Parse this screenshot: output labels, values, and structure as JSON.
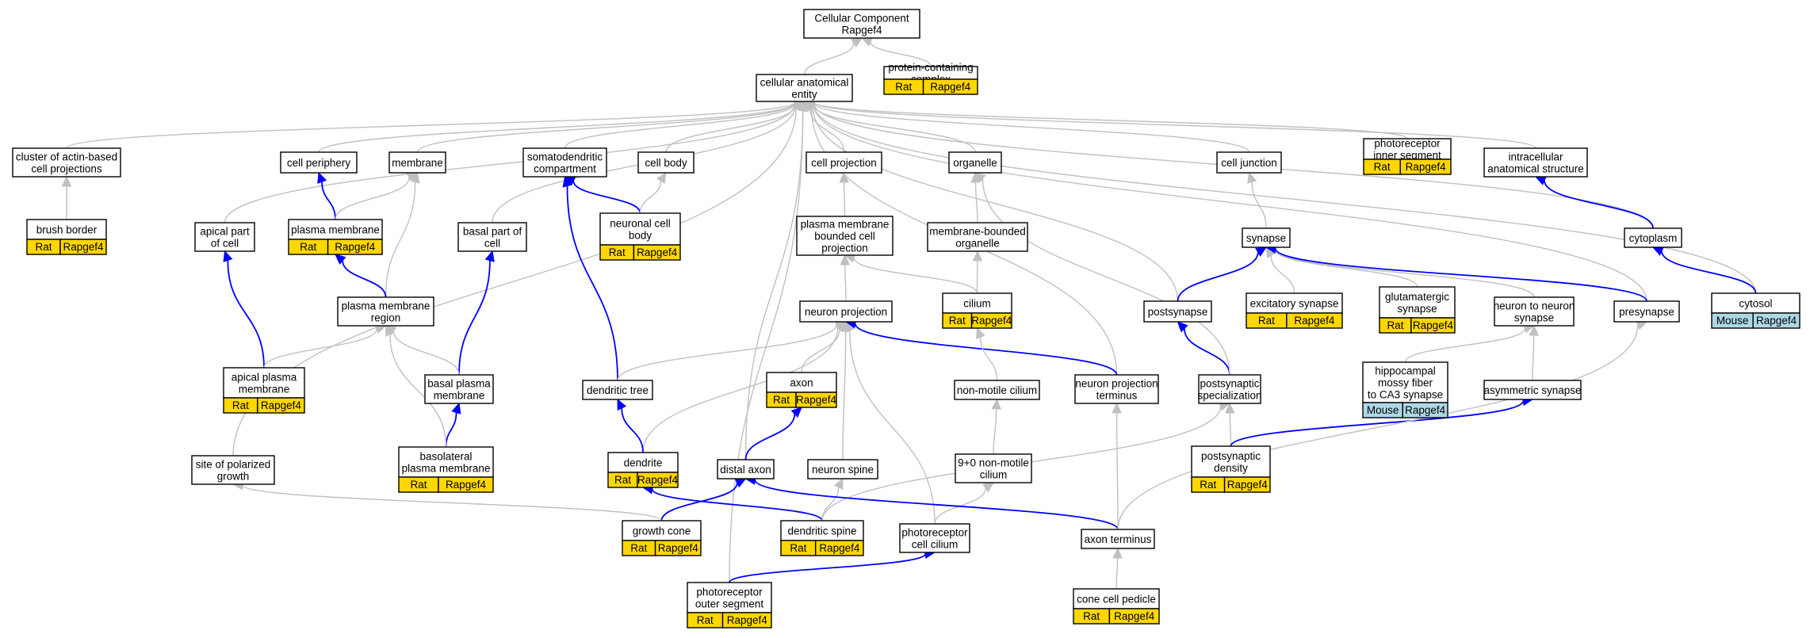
{
  "title": "Cellular Component Rapgef4",
  "colors": {
    "rat": "#ffd700",
    "mouse": "#add8e6",
    "gray_edge": "#c0c0c0",
    "blue_edge": "#0000ff"
  },
  "nodes": {
    "root": {
      "lines": [
        "Cellular Component",
        "Rapgef4"
      ],
      "ann": []
    },
    "cae": {
      "lines": [
        "cellular anatomical",
        "entity"
      ],
      "ann": []
    },
    "pcc": {
      "lines": [
        "protein-containing",
        "complex"
      ],
      "ann": [
        [
          "Rat",
          "Rapgef4"
        ]
      ]
    },
    "cluster": {
      "lines": [
        "cluster of actin-based",
        "cell projections"
      ],
      "ann": []
    },
    "periphery": {
      "lines": [
        "cell periphery"
      ],
      "ann": []
    },
    "membrane": {
      "lines": [
        "membrane"
      ],
      "ann": []
    },
    "somato": {
      "lines": [
        "somatodendritic",
        "compartment"
      ],
      "ann": []
    },
    "cellbody": {
      "lines": [
        "cell body"
      ],
      "ann": []
    },
    "cellproj": {
      "lines": [
        "cell projection"
      ],
      "ann": []
    },
    "organelle": {
      "lines": [
        "organelle"
      ],
      "ann": []
    },
    "junction": {
      "lines": [
        "cell junction"
      ],
      "ann": []
    },
    "photoinner": {
      "lines": [
        "photoreceptor",
        "inner segment"
      ],
      "ann": [
        [
          "Rat",
          "Rapgef4"
        ]
      ]
    },
    "intracell": {
      "lines": [
        "intracellular",
        "anatomical structure"
      ],
      "ann": []
    },
    "brush": {
      "lines": [
        "brush border"
      ],
      "ann": [
        [
          "Rat",
          "Rapgef4"
        ]
      ]
    },
    "apical": {
      "lines": [
        "apical part",
        "of cell"
      ],
      "ann": []
    },
    "pm": {
      "lines": [
        "plasma membrane"
      ],
      "ann": [
        [
          "Rat",
          "Rapgef4"
        ]
      ]
    },
    "basal": {
      "lines": [
        "basal part of",
        "cell"
      ],
      "ann": []
    },
    "ncb": {
      "lines": [
        "neuronal cell",
        "body"
      ],
      "ann": [
        [
          "Rat",
          "Rapgef4"
        ]
      ]
    },
    "pmbcp": {
      "lines": [
        "plasma membrane",
        "bounded cell",
        "projection"
      ],
      "ann": []
    },
    "mbo": {
      "lines": [
        "membrane-bounded",
        "organelle"
      ],
      "ann": []
    },
    "synapse": {
      "lines": [
        "synapse"
      ],
      "ann": []
    },
    "cytoplasm": {
      "lines": [
        "cytoplasm"
      ],
      "ann": []
    },
    "pmr": {
      "lines": [
        "plasma membrane",
        "region"
      ],
      "ann": []
    },
    "nproj": {
      "lines": [
        "neuron projection"
      ],
      "ann": []
    },
    "cilium": {
      "lines": [
        "cilium"
      ],
      "ann": [
        [
          "Rat",
          "Rapgef4"
        ]
      ]
    },
    "postsyn": {
      "lines": [
        "postsynapse"
      ],
      "ann": []
    },
    "excit": {
      "lines": [
        "excitatory synapse"
      ],
      "ann": [
        [
          "Rat",
          "Rapgef4"
        ]
      ]
    },
    "glut": {
      "lines": [
        "glutamatergic",
        "synapse"
      ],
      "ann": [
        [
          "Rat",
          "Rapgef4"
        ]
      ]
    },
    "n2n": {
      "lines": [
        "neuron to neuron",
        "synapse"
      ],
      "ann": []
    },
    "presyn": {
      "lines": [
        "presynapse"
      ],
      "ann": []
    },
    "cytosol": {
      "lines": [
        "cytosol"
      ],
      "ann": [
        [
          "Mouse",
          "Rapgef4"
        ]
      ]
    },
    "apm": {
      "lines": [
        "apical plasma",
        "membrane"
      ],
      "ann": [
        [
          "Rat",
          "Rapgef4"
        ]
      ]
    },
    "bpm": {
      "lines": [
        "basal plasma",
        "membrane"
      ],
      "ann": []
    },
    "dtree": {
      "lines": [
        "dendritic tree"
      ],
      "ann": []
    },
    "axon": {
      "lines": [
        "axon"
      ],
      "ann": [
        [
          "Rat",
          "Rapgef4"
        ]
      ]
    },
    "nmc": {
      "lines": [
        "non-motile cilium"
      ],
      "ann": []
    },
    "npt": {
      "lines": [
        "neuron projection",
        "terminus"
      ],
      "ann": []
    },
    "pss": {
      "lines": [
        "postsynaptic",
        "specialization"
      ],
      "ann": []
    },
    "hmf": {
      "lines": [
        "hippocampal",
        "mossy fiber",
        "to CA3 synapse"
      ],
      "ann": [
        [
          "Mouse",
          "Rapgef4"
        ]
      ]
    },
    "asym": {
      "lines": [
        "asymmetric synapse"
      ],
      "ann": []
    },
    "blpm": {
      "lines": [
        "basolateral",
        "plasma membrane"
      ],
      "ann": [
        [
          "Rat",
          "Rapgef4"
        ]
      ]
    },
    "spg": {
      "lines": [
        "site of polarized",
        "growth"
      ],
      "ann": []
    },
    "dendrite": {
      "lines": [
        "dendrite"
      ],
      "ann": [
        [
          "Rat",
          "Rapgef4"
        ]
      ]
    },
    "daxon": {
      "lines": [
        "distal axon"
      ],
      "ann": []
    },
    "nspine": {
      "lines": [
        "neuron spine"
      ],
      "ann": []
    },
    "nmc90": {
      "lines": [
        "9+0 non-motile",
        "cilium"
      ],
      "ann": []
    },
    "psd": {
      "lines": [
        "postsynaptic",
        "density"
      ],
      "ann": [
        [
          "Rat",
          "Rapgef4"
        ]
      ]
    },
    "gcone": {
      "lines": [
        "growth cone"
      ],
      "ann": [
        [
          "Rat",
          "Rapgef4"
        ]
      ]
    },
    "dspine": {
      "lines": [
        "dendritic spine"
      ],
      "ann": [
        [
          "Rat",
          "Rapgef4"
        ]
      ]
    },
    "pcc2": {
      "lines": [
        "photoreceptor",
        "cell cilium"
      ],
      "ann": []
    },
    "aterm": {
      "lines": [
        "axon terminus"
      ],
      "ann": []
    },
    "pos": {
      "lines": [
        "photoreceptor",
        "outer segment"
      ],
      "ann": [
        [
          "Rat",
          "Rapgef4"
        ]
      ]
    },
    "ccp": {
      "lines": [
        "cone cell pedicle"
      ],
      "ann": [
        [
          "Rat",
          "Rapgef4"
        ]
      ]
    }
  }
}
